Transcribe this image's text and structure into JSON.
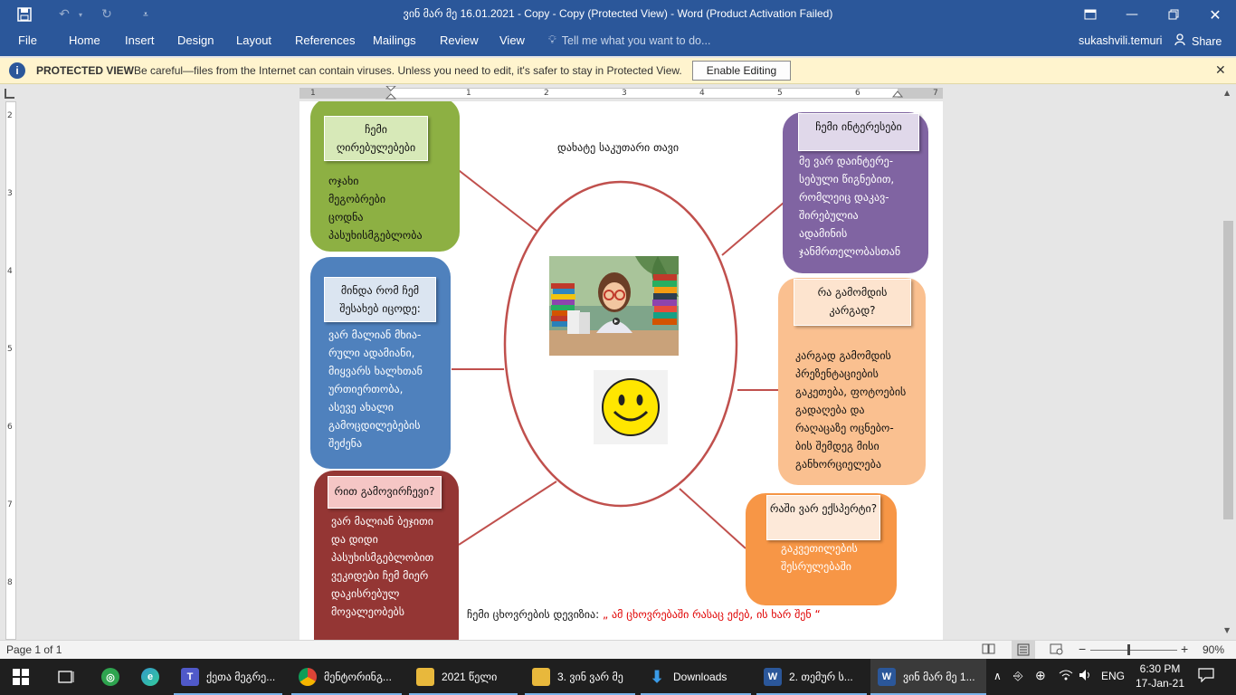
{
  "window": {
    "title": "ვინ მარ მე 16.01.2021 - Copy - Copy (Protected View)  -  Word (Product Activation Failed)"
  },
  "ribbon": {
    "tabs": [
      "File",
      "Home",
      "Insert",
      "Design",
      "Layout",
      "References",
      "Mailings",
      "Review",
      "View"
    ],
    "tell_me": "Tell me what you want to do...",
    "user": "sukashvili.temuri",
    "share": "Share"
  },
  "protected_view": {
    "title": "PROTECTED VIEW",
    "message": "Be careful—files from the Internet can contain viruses. Unless you need to edit, it's safer to stay in Protected View.",
    "enable_button": "Enable Editing"
  },
  "ruler": {
    "numbers": [
      "1",
      "1",
      "2",
      "3",
      "4",
      "5",
      "6",
      "7"
    ],
    "vertical_numbers": [
      "2",
      "3",
      "4",
      "5",
      "6",
      "7",
      "8"
    ]
  },
  "document": {
    "center_caption": "დახატე საკუთარი თავი",
    "values_title": "ჩემი ღირებულებები",
    "values_text": "ოჯახი\nმეგობრები\nცოდნა\nპასუხისმგებლობა",
    "want_title": "მინდა რომ ჩემ შესახებ იცოდე:",
    "want_text": "ვარ მალიან  მხია-\nრული ადამიანი,\nმიყვარს ხალხთან\nურთიერთობა,\nასევე ახალი\nგამოცდილებების\nშეძენა",
    "stand_title": "რით გამოვირჩევი?",
    "stand_text": "ვარ მალიან ბეჯითი\nდა დიდი\nპასუხისმგებლობით\nვეკიდები ჩემ მიერ\nდაკისრებულ\nმოვალეობებს",
    "interests_title": "ჩემი  ინტერესები",
    "interests_text": "მე ვარ  დაინტერე-\nსებული წიგნებით,\nრომლეიც  დაკავ-\nშირებულია\nადამინის\nჯანმრთელობასთან",
    "good_title": "რა გამომდის კარგად?",
    "good_text": "კარგად გამომდის\nპრეზენტაციების\nგაკეთება, ფოტოების\nგადაღება და\nრაღაცაზე  ოცნებო-\nბის შემდეგ მისი\nგანხორციელება",
    "expert_title": "რაში ვარ ექსპერტი?",
    "expert_text": "გაკვეთილების\nშესრულებაში",
    "motto_label": "ჩემი ცხოვრების დევიზია:",
    "motto_quote": "„ ამ  ცხოვრებაში  რასაც  ეძებ,  ის  ხარ  შენ “"
  },
  "status": {
    "page": "Page 1 of 1",
    "zoom": "90%"
  },
  "taskbar": {
    "items": [
      "ქეთა მეგრე...",
      "მენტორინგ...",
      "2021 წელი",
      "3. ვინ ვარ მე",
      "Downloads",
      "2. თემურ ს...",
      "ვინ მარ მე 1..."
    ],
    "lang": "ENG",
    "time": "6:30 PM",
    "date": "17-Jan-21"
  },
  "colors": {
    "word_blue": "#2b579a",
    "green": "#8db043",
    "blue": "#4f81bd",
    "maroon": "#943634",
    "purple": "#8064a2",
    "peach": "#fac090",
    "orange": "#f79646",
    "line": "#c0504d"
  }
}
